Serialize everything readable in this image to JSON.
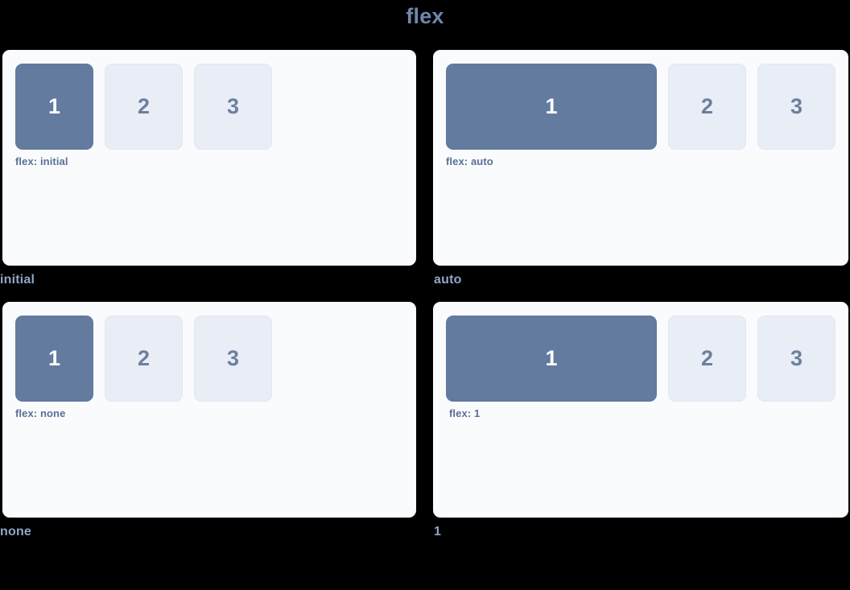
{
  "title": "flex",
  "theme": {
    "background": "#000000",
    "panel_background": "#fafbfd",
    "title_color": "#6f87ab",
    "primary_box_color": "#627b9e",
    "primary_box_text": "#ffffff",
    "plain_box_color": "#e9edf6",
    "plain_box_text": "#6b809f",
    "plain_box_border": "#e1e7f1",
    "flex_label_color": "#5a7094",
    "caption_color": "#8fa6c6"
  },
  "cells": [
    {
      "caption": "initial",
      "flex_label": "flex: initial",
      "boxes": [
        {
          "text": "1",
          "style": "primary"
        },
        {
          "text": "2",
          "style": "plain"
        },
        {
          "text": "3",
          "style": "plain"
        }
      ]
    },
    {
      "caption": "auto",
      "flex_label": "flex: auto",
      "boxes": [
        {
          "text": "1",
          "style": "primary"
        },
        {
          "text": "2",
          "style": "plain"
        },
        {
          "text": "3",
          "style": "plain"
        }
      ]
    },
    {
      "caption": "none",
      "flex_label": "flex: none",
      "boxes": [
        {
          "text": "1",
          "style": "primary"
        },
        {
          "text": "2",
          "style": "plain"
        },
        {
          "text": "3",
          "style": "plain"
        }
      ]
    },
    {
      "caption": "1",
      "flex_label": "flex: 1",
      "boxes": [
        {
          "text": "1",
          "style": "primary"
        },
        {
          "text": "2",
          "style": "plain"
        },
        {
          "text": "3",
          "style": "plain"
        }
      ]
    }
  ]
}
